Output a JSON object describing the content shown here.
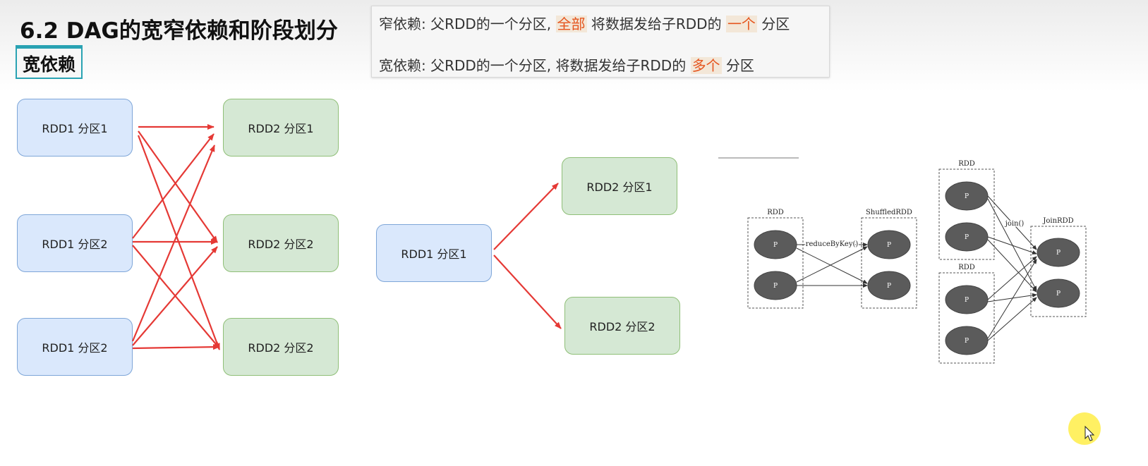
{
  "title": "6.2 DAG的宽窄依赖和阶段划分",
  "section_tag": "宽依赖",
  "definitions": {
    "narrow": {
      "prefix": "窄依赖: 父RDD的一个分区, ",
      "hl1": "全部",
      "mid": " 将数据发给子RDD的 ",
      "hl2": "一个",
      "suffix": " 分区"
    },
    "wide": {
      "prefix": "宽依赖: 父RDD的一个分区, 将数据发给子RDD的 ",
      "hl": "多个",
      "suffix": " 分区"
    }
  },
  "diagram_left": {
    "parents": [
      "RDD1 分区1",
      "RDD1 分区2",
      "RDD1 分区2"
    ],
    "children": [
      "RDD2 分区1",
      "RDD2 分区2",
      "RDD2 分区2"
    ]
  },
  "diagram_middle": {
    "parent": "RDD1 分区1",
    "children": [
      "RDD2 分区1",
      "RDD2 分区2"
    ]
  },
  "spark_figure": {
    "rdd_label": "RDD",
    "shuffled_label": "ShuffledRDD",
    "reduce_op": "reduceByKey()",
    "join_rdd_top": "RDD",
    "join_rdd_bottom": "RDD",
    "join_op": "join()",
    "join_label": "JoinRDD",
    "partition_label": "P"
  },
  "colors": {
    "arrow": "#e53935",
    "highlight": "#e5541d",
    "accent": "#2aa3b3"
  },
  "icons": {
    "cursor": "cursor-pointer-icon"
  }
}
